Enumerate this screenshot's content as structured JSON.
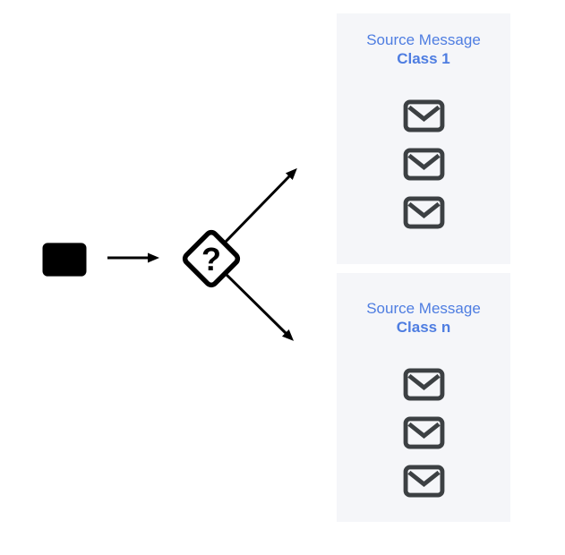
{
  "classifier": {
    "symbol": "?"
  },
  "input": {
    "icon": "envelope-icon"
  },
  "panels": [
    {
      "title": "Source Message",
      "class_label": "Class 1",
      "message_count": 3
    },
    {
      "title": "Source Message",
      "class_label": "Class n",
      "message_count": 3
    }
  ],
  "colors": {
    "panel_background": "#f5f6f9",
    "title_blue": "#4e7de1",
    "envelope_gray": "#3c4043",
    "arrow_black": "#000000"
  }
}
